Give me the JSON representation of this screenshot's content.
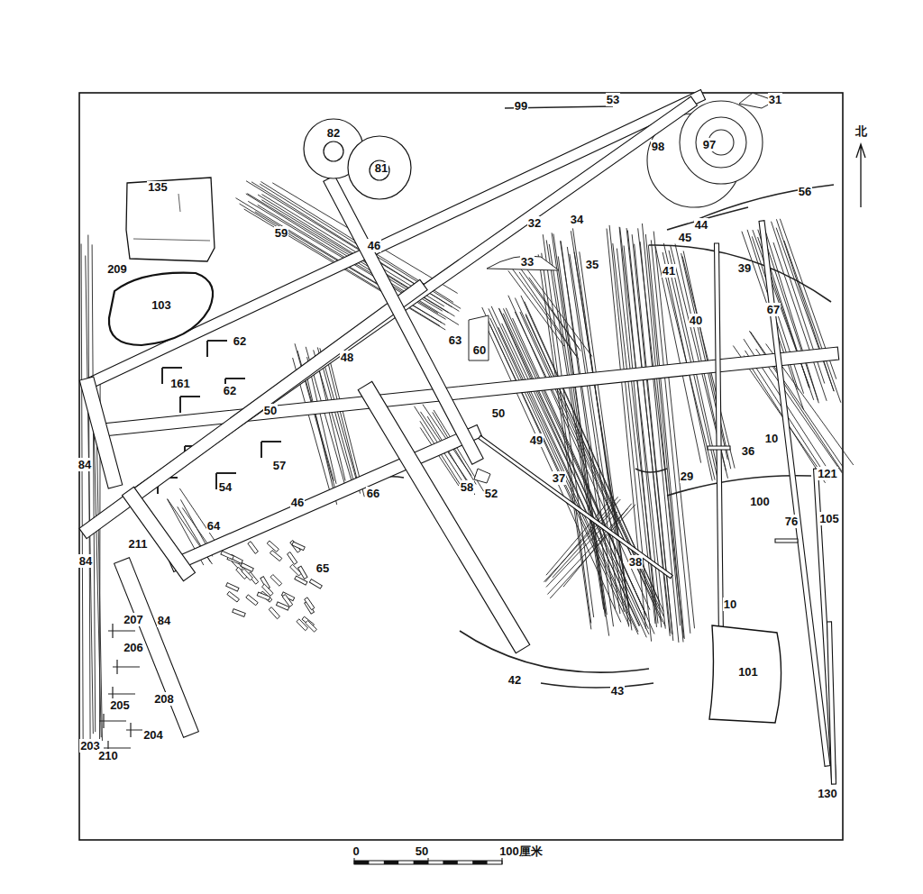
{
  "diagram": {
    "nodes": [
      {
        "text": [
          "82"
        ]
      },
      {
        "text": [
          "81"
        ]
      },
      {
        "text": [
          "135"
        ]
      },
      {
        "text": [
          "103"
        ]
      },
      {
        "text": [
          "101"
        ]
      }
    ],
    "labels": [
      "99",
      "53",
      "31",
      "北",
      "98",
      "97",
      "56",
      "32",
      "34",
      "44",
      "45",
      "59",
      "46",
      "33",
      "35",
      "41",
      "39",
      "209",
      "40",
      "67",
      "62",
      "63",
      "60",
      "48",
      "161",
      "62",
      "50",
      "50",
      "49",
      "10",
      "84",
      "57",
      "36",
      "121",
      "54",
      "66",
      "58",
      "52",
      "37",
      "29",
      "100",
      "46",
      "64",
      "105",
      "76",
      "211",
      "65",
      "84",
      "207",
      "84",
      "206",
      "38",
      "42",
      "43",
      "10",
      "208",
      "205",
      "203",
      "204",
      "210",
      "130",
      "0",
      "50",
      "100厘米"
    ]
  }
}
